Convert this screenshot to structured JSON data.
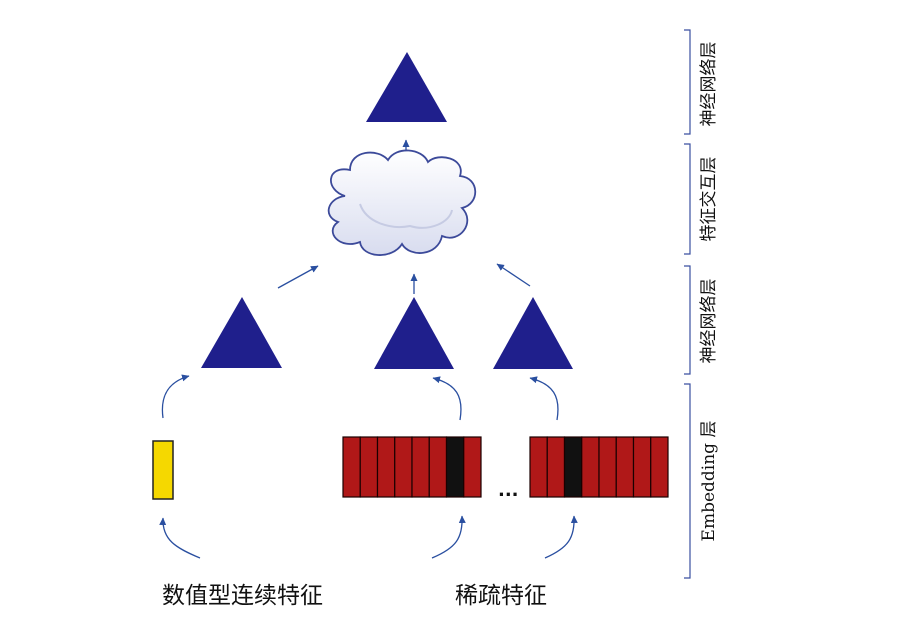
{
  "captions": {
    "numeric_features": "数值型连续特征",
    "sparse_features": "稀疏特征"
  },
  "layer_labels": {
    "top_network": "神经网络层",
    "feature_interaction": "特征交互层",
    "lower_network": "神经网络层",
    "embedding": "Embedding 层"
  },
  "ellipsis": "...",
  "colors": {
    "triangle": "#1f1f8c",
    "arrow": "#2a4fa0",
    "embedding_red": "#b01818",
    "embedding_dark": "#111111",
    "numeric_yellow": "#f5d800",
    "cloud_fill": "#eef0f8",
    "cloud_stroke": "#3c4a9a",
    "bracket": "#3a4fa0"
  },
  "sparse_vectors": [
    {
      "segments": 8,
      "active_index": 6
    },
    {
      "segments": 8,
      "active_index": 2
    }
  ]
}
